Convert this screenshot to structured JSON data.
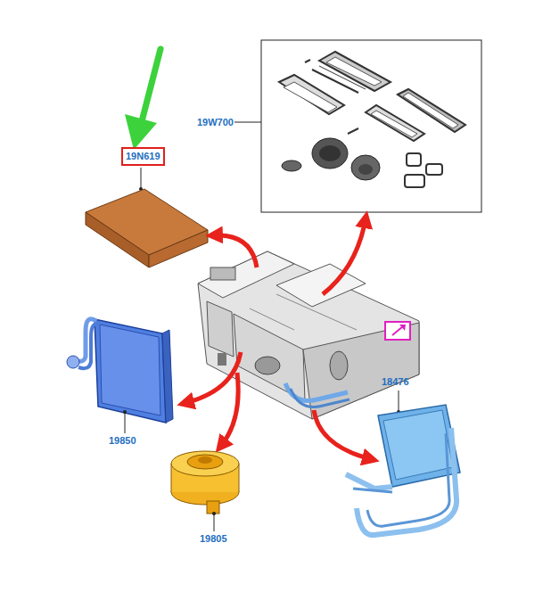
{
  "diagram": {
    "nodes": [
      {
        "text": [
          "19N619"
        ]
      }
    ],
    "labels": [
      "19W700",
      "19850",
      "19805",
      "18476"
    ]
  }
}
